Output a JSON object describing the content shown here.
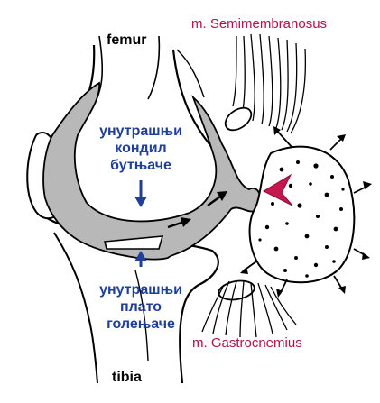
{
  "labels": {
    "femur": "femur",
    "tibia": "tibia",
    "semimembranosus": "m. Semimembranosus",
    "gastrocnemius": "m. Gastrocnemius",
    "condyle": [
      "унутрашњи",
      "кондил",
      "бутњаче"
    ],
    "plateau": [
      "унутрашњи",
      "плато",
      "голењаче"
    ]
  },
  "colors": {
    "muscle_label": "#b0124a",
    "bone_label": "#1f3f9a",
    "fluid": "#b8b8b8",
    "arrow_head": "#c4184f"
  }
}
